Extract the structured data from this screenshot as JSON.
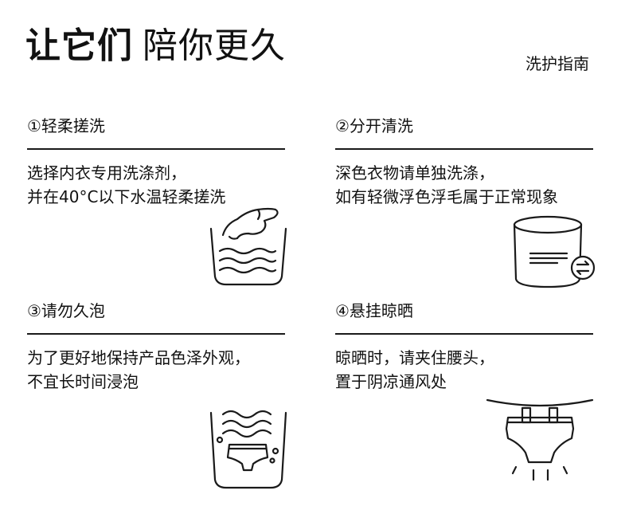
{
  "header": {
    "title_part1": "让它们",
    "title_part2": "陪你更久",
    "subtitle": "洗护指南"
  },
  "sections": [
    {
      "heading": "①轻柔搓洗",
      "lines": [
        "选择内衣专用洗涤剂，",
        "并在40°C以下水温轻柔搓洗"
      ],
      "icon": "hand-washing-basin-icon"
    },
    {
      "heading": "②分开清洗",
      "lines": [
        "深色衣物请单独洗涤，",
        "如有轻微浮色浮毛属于正常现象"
      ],
      "icon": "separate-wash-bucket-icon"
    },
    {
      "heading": "③请勿久泡",
      "lines": [
        "为了更好地保持产品色泽外观，",
        "不宜长时间浸泡"
      ],
      "icon": "soaking-basin-icon"
    },
    {
      "heading": "④悬挂晾晒",
      "lines": [
        "晾晒时，请夹住腰头，",
        "置于阴凉通风处"
      ],
      "icon": "hanging-dry-icon"
    }
  ]
}
